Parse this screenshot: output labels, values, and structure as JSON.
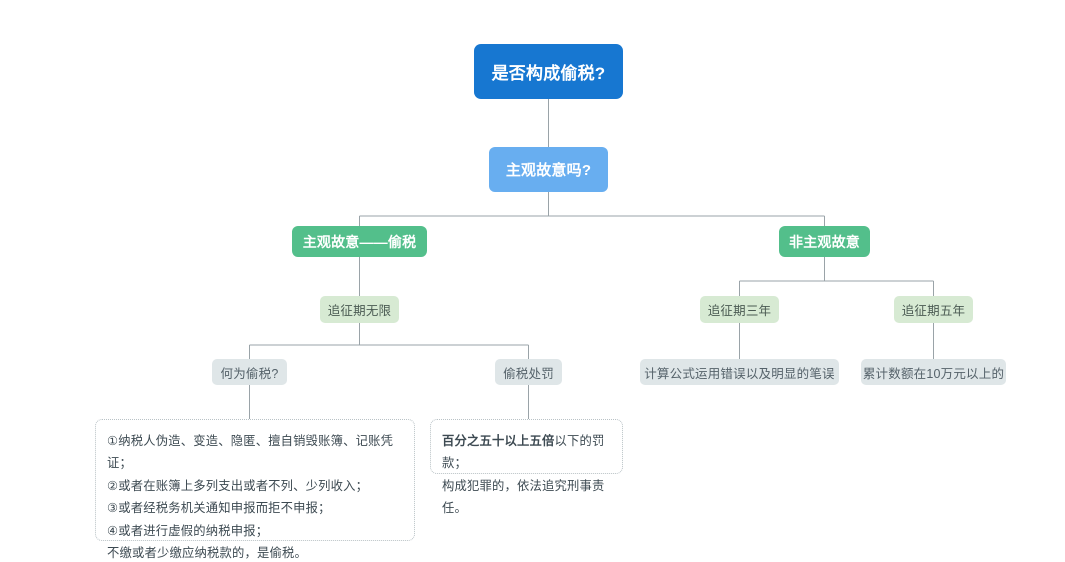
{
  "diagram": {
    "title_node": {
      "label": "是否构成偷税?"
    },
    "nodes": {
      "root": "是否构成偷税?",
      "level2": "主观故意吗?",
      "branch_intentional": "主观故意——偷税",
      "branch_unintentional": "非主观故意",
      "period_unlimited": "追征期无限",
      "period_three_years": "追征期三年",
      "period_five_years": "追征期五年",
      "what_is_tax_evasion": "何为偷税?",
      "tax_evasion_penalty": "偷税处罚",
      "calculation_error": "计算公式运用错误以及明显的笔误",
      "cumulative_amount": "累计数额在10万元以上的"
    },
    "detail_evasion_definition": {
      "lines": [
        "①纳税人伪造、变造、隐匿、擅自销毁账簿、记账凭证；",
        "②或者在账簿上多列支出或者不列、少列收入；",
        "③或者经税务机关通知申报而拒不申报；",
        "④或者进行虚假的纳税申报；",
        "不缴或者少缴应纳税款的，是偷税。"
      ]
    },
    "detail_penalty": {
      "line_bold": "百分之五十以上五倍",
      "line_bold_rest": "以下的罚款；",
      "line2": "构成犯罪的，依法追究刑事责任。"
    },
    "colors": {
      "root_fill": "#1777d1",
      "level2_fill": "#68aef0",
      "green_fill": "#53bf8b",
      "pale_green_fill": "#d7ead3",
      "grey_fill": "#dfe6e8",
      "edge_stroke": "#9aa3a8",
      "detail_border": "#b9c2c6",
      "page_background": "#ffffff"
    }
  }
}
